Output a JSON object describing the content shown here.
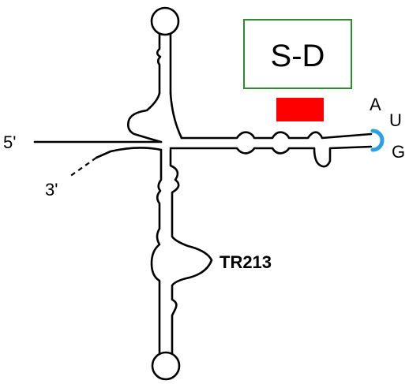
{
  "labels": {
    "five_prime": "5'",
    "three_prime": "3'",
    "sd_box": "S-D",
    "codon_a": "A",
    "codon_u": "U",
    "codon_g": "G",
    "tr_label": "TR213"
  },
  "colors": {
    "sd_box_border": "#2e8b2e",
    "sd_marker": "#ff0000",
    "start_codon_loop": "#2aa0e0"
  }
}
